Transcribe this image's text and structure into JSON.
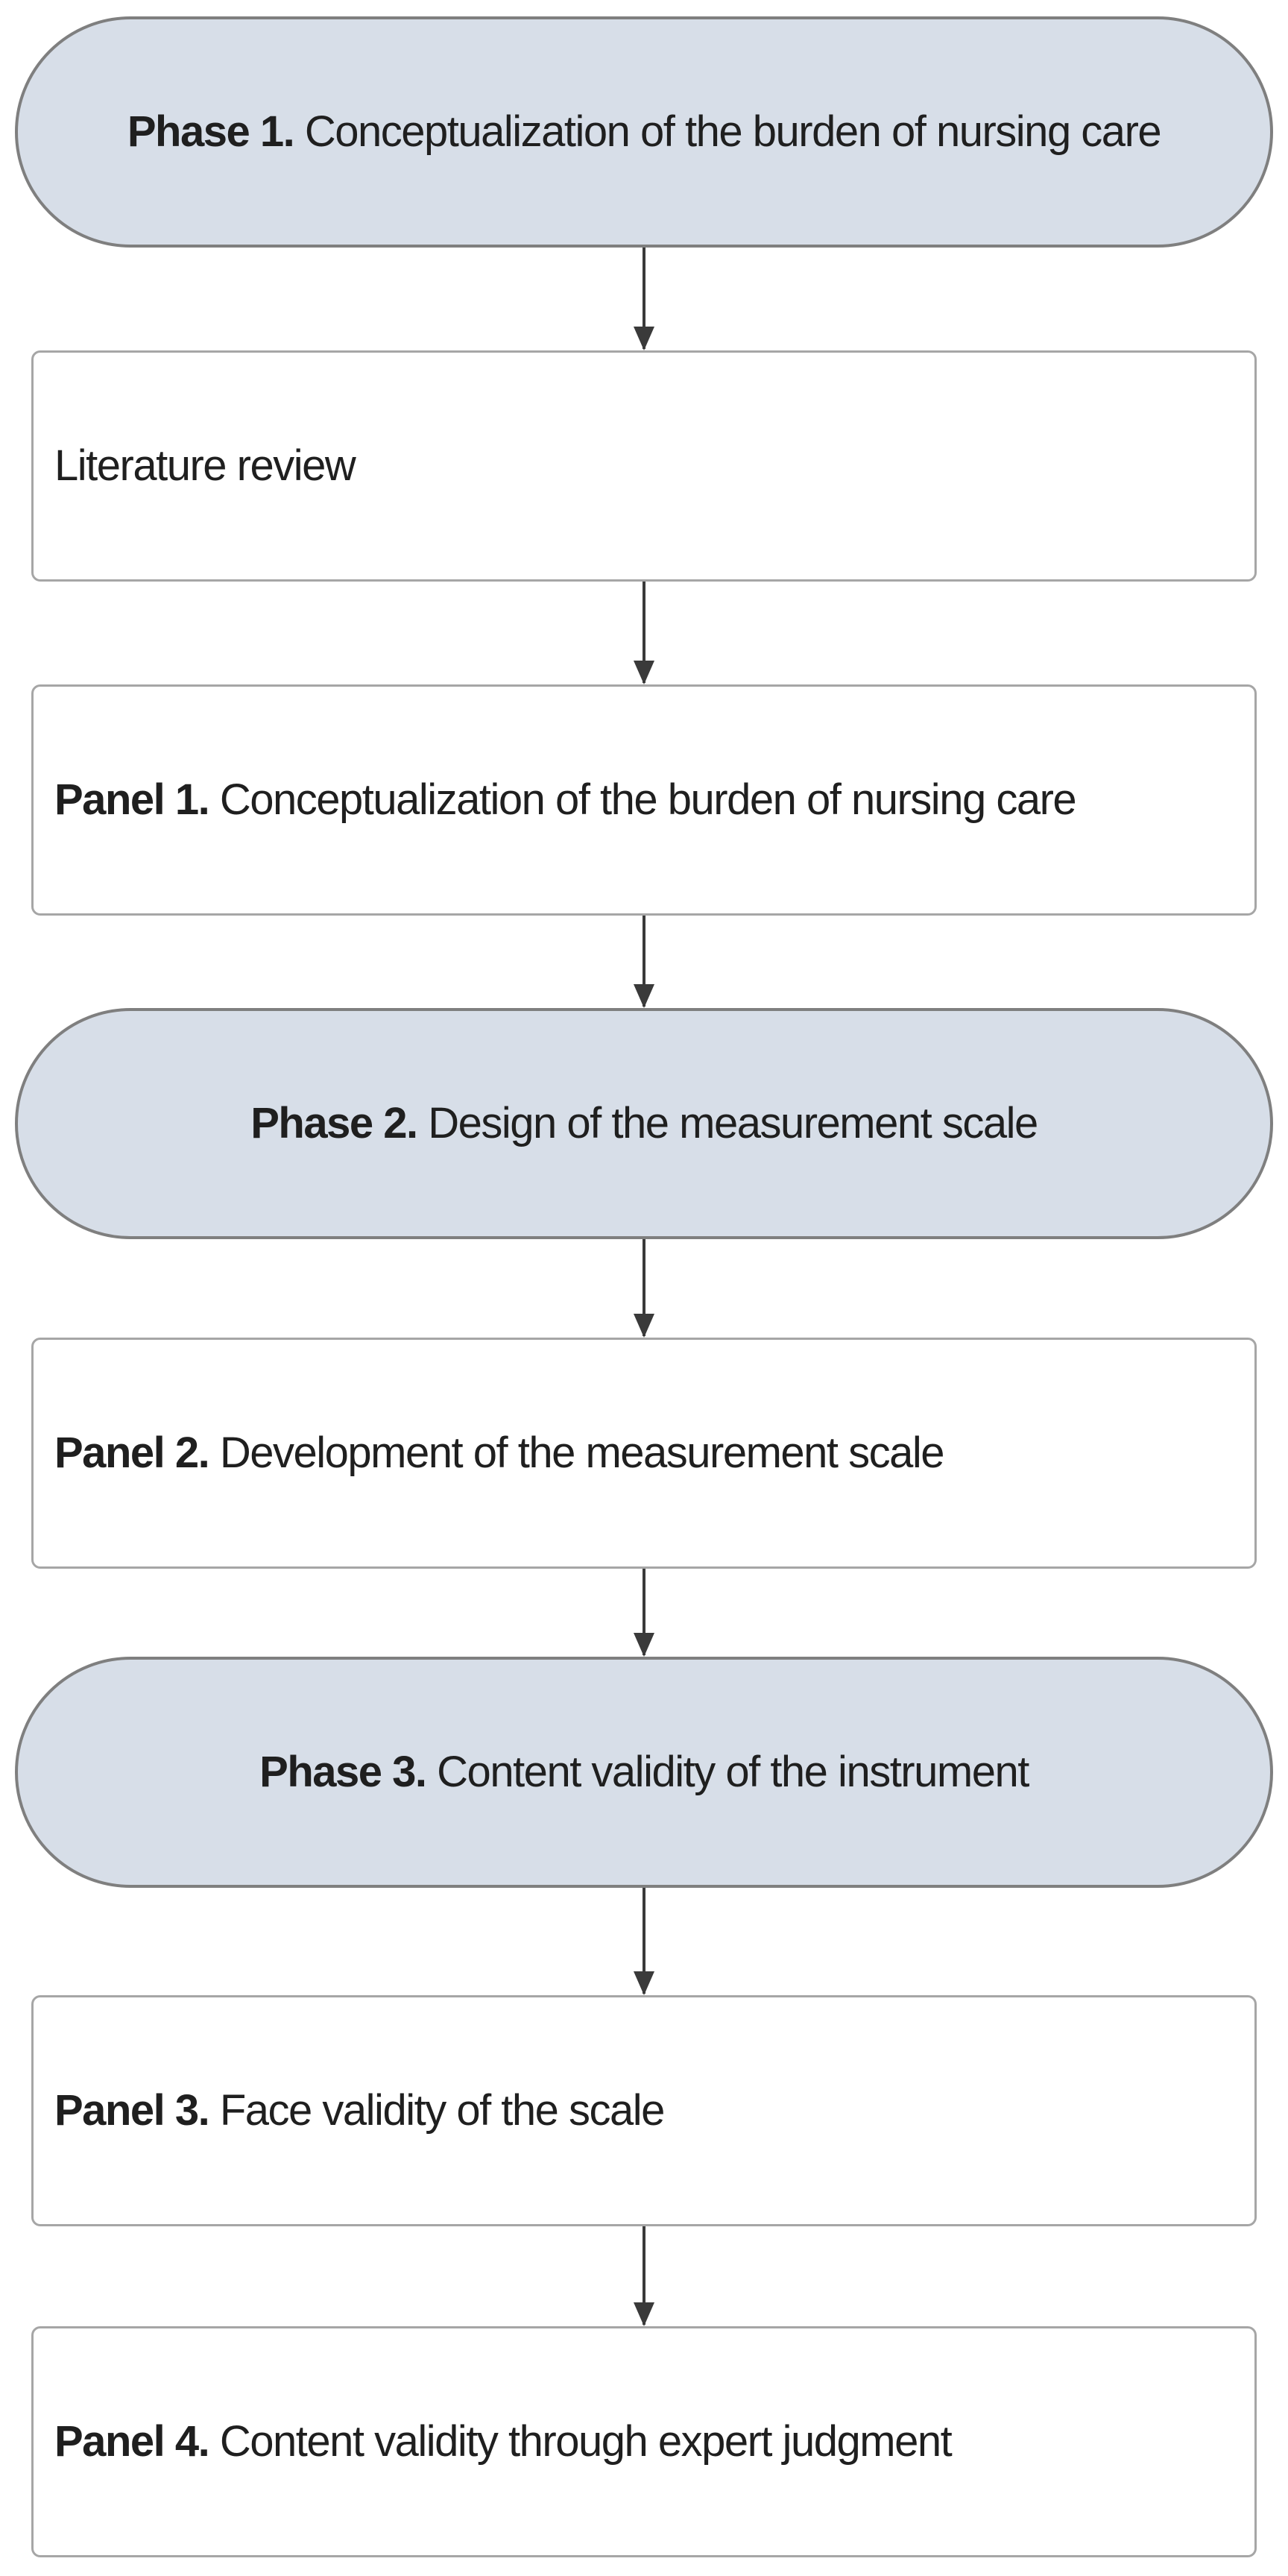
{
  "steps": [
    {
      "kind": "phase",
      "lead": "Phase 1.",
      "text": "Conceptualization of the burden of nursing care"
    },
    {
      "kind": "panel",
      "lead": "",
      "text": "Literature review"
    },
    {
      "kind": "panel",
      "lead": "Panel 1.",
      "text": "Conceptualization of the  burden of nursing care"
    },
    {
      "kind": "phase",
      "lead": "Phase 2.",
      "text": "Design of the measurement scale"
    },
    {
      "kind": "panel",
      "lead": "Panel 2.",
      "text": "Development of the measurement scale"
    },
    {
      "kind": "phase",
      "lead": "Phase 3.",
      "text": "Content validity of the instrument"
    },
    {
      "kind": "panel",
      "lead": "Panel 3.",
      "text": "Face validity of the scale"
    },
    {
      "kind": "panel",
      "lead": "Panel 4.",
      "text": "Content validity through expert judgment"
    }
  ],
  "colors": {
    "phase_fill": "#d7dee8",
    "phase_border": "#7f7f7f",
    "panel_border": "#a6a6a6",
    "arrow": "#3a3a3a"
  }
}
